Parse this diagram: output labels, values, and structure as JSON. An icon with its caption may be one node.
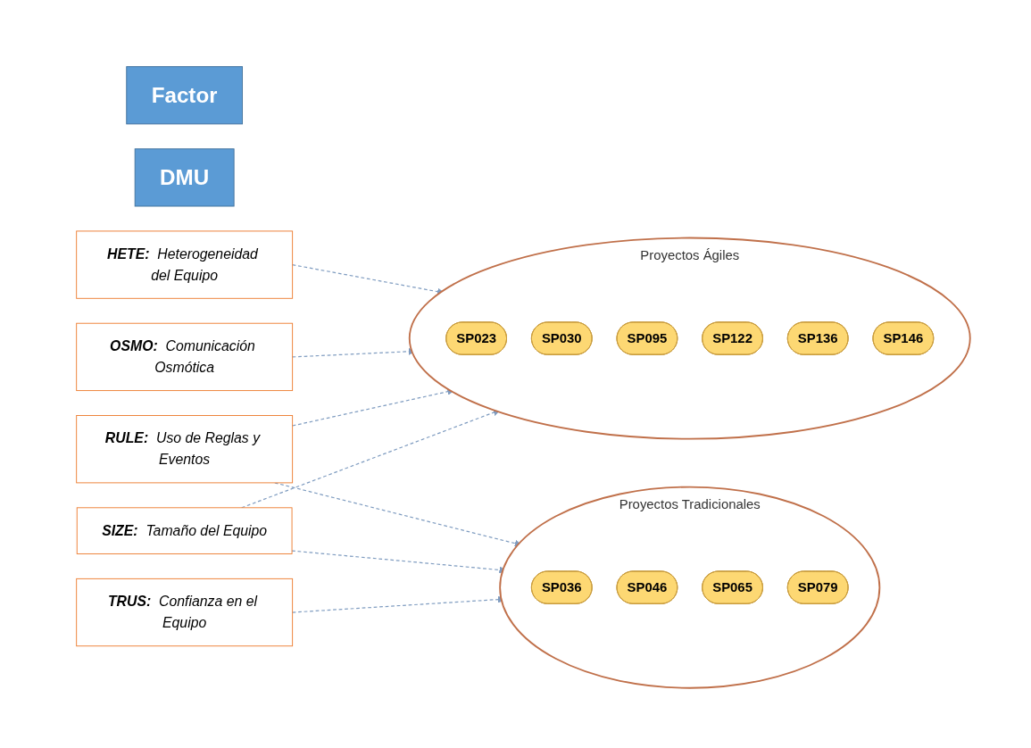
{
  "diagram": {
    "nodes": [
      {
        "text": [
          "Factor"
        ]
      },
      {
        "text": [
          "DMU"
        ]
      },
      {
        "text": [
          "HETE:",
          "Heterogeneidad del Equipo"
        ]
      },
      {
        "text": [
          "OSMO:",
          "Comunicación Osmótica"
        ]
      },
      {
        "text": [
          "RULE:",
          "Uso de Reglas y Eventos"
        ]
      },
      {
        "text": [
          "SIZE:",
          "Tamaño del Equipo"
        ]
      },
      {
        "text": [
          "TRUS:",
          "Confianza en el Equipo"
        ]
      },
      {
        "text": [],
        "shape": "circle",
        "beside": [
          "Proyectos Ágiles"
        ]
      },
      {
        "text": [
          "SP023"
        ],
        "in": 7
      },
      {
        "text": [
          "SP030"
        ],
        "in": 7
      },
      {
        "text": [
          "SP095"
        ],
        "in": 7
      },
      {
        "text": [
          "SP122"
        ],
        "in": 7
      },
      {
        "text": [
          "SP136"
        ],
        "in": 7
      },
      {
        "text": [
          "SP146"
        ],
        "in": 7
      },
      {
        "text": [],
        "shape": "circle",
        "beside": [
          "Proyectos Tradicionales"
        ]
      },
      {
        "text": [
          "SP036"
        ],
        "in": 14
      },
      {
        "text": [
          "SP046"
        ],
        "in": 14
      },
      {
        "text": [
          "SP065"
        ],
        "in": 14
      },
      {
        "text": [
          "SP079"
        ],
        "in": 14
      }
    ],
    "edges": [
      {
        "from": 2,
        "to": 7,
        "arrow": "to",
        "style": "dashed"
      },
      {
        "from": 3,
        "to": 7,
        "arrow": "to",
        "style": "dashed"
      },
      {
        "from": 4,
        "to": 7,
        "arrow": "to",
        "style": "dashed"
      },
      {
        "from": 4,
        "to": 14,
        "arrow": "to",
        "style": "dashed"
      },
      {
        "from": 5,
        "to": 7,
        "arrow": "to",
        "style": "dashed"
      },
      {
        "from": 5,
        "to": 14,
        "arrow": "to",
        "style": "dashed"
      },
      {
        "from": 6,
        "to": 14,
        "arrow": "to",
        "style": "dashed"
      }
    ]
  }
}
